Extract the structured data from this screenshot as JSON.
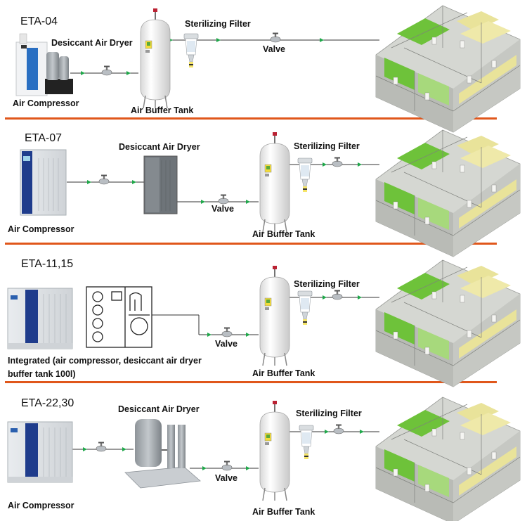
{
  "colors": {
    "separator": "#e0571b",
    "pipe": "#333333",
    "flow_arrow": "#1fa84a",
    "tank_fill": "#f4f4f4",
    "compressor_blue": "#1f3c8c",
    "building_green": "#6ec23a",
    "building_yellow": "#e9e39a"
  },
  "sections": [
    {
      "model": "ETA-04",
      "labels": {
        "dryer": "Desiccant Air Dryer",
        "filter": "Sterilizing Filter",
        "valve": "Valve",
        "compressor": "Air Compressor",
        "tank": "Air Buffer Tank"
      }
    },
    {
      "model": "ETA-07",
      "labels": {
        "dryer": "Desiccant Air Dryer",
        "filter": "Sterilizing Filter",
        "valve": "Valve",
        "compressor": "Air Compressor",
        "tank": "Air Buffer Tank"
      }
    },
    {
      "model": "ETA-11,15",
      "labels": {
        "filter": "Sterilizing Filter",
        "valve": "Valve",
        "integrated_line1": "Integrated (air compressor, desiccant air dryer",
        "integrated_line2": "buffer tank 100l)",
        "tank": "Air Buffer Tank"
      }
    },
    {
      "model": "ETA-22,30",
      "labels": {
        "dryer": "Desiccant Air Dryer",
        "filter": "Sterilizing Filter",
        "valve": "Valve",
        "compressor": "Air Compressor",
        "tank": "Air Buffer Tank"
      }
    }
  ]
}
